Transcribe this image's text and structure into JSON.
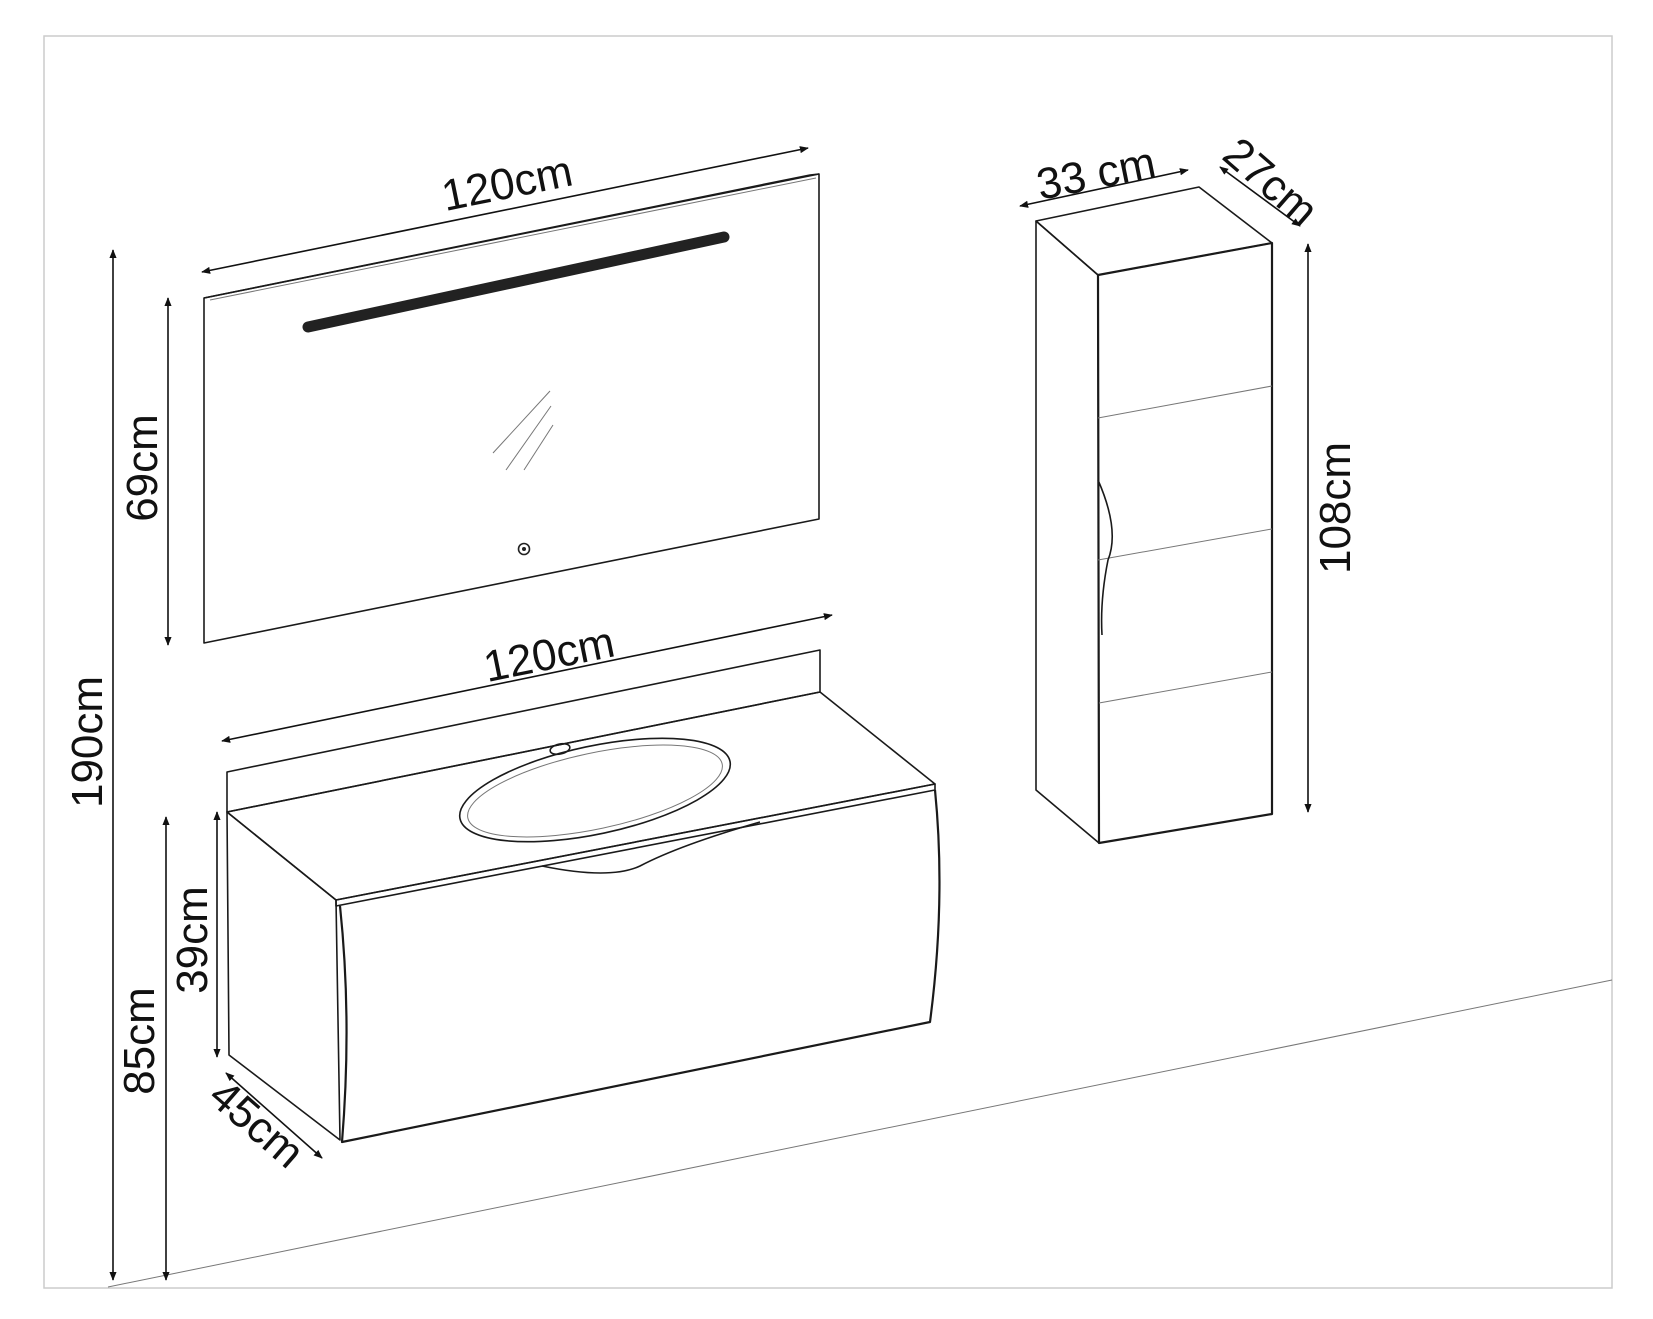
{
  "dimensions": {
    "mirror_width": "120cm",
    "mirror_height": "69cm",
    "vanity_width": "120cm",
    "vanity_height": "39cm",
    "vanity_depth": "45cm",
    "vanity_mount_height": "85cm",
    "total_height": "190cm",
    "cabinet_width": "33 cm",
    "cabinet_depth": "27cm",
    "cabinet_height": "108cm"
  },
  "colors": {
    "line": "#1a1a1a",
    "led_strip": "#222222",
    "frame": "#cccccc"
  },
  "icons": [
    "touch-sensor-icon"
  ]
}
